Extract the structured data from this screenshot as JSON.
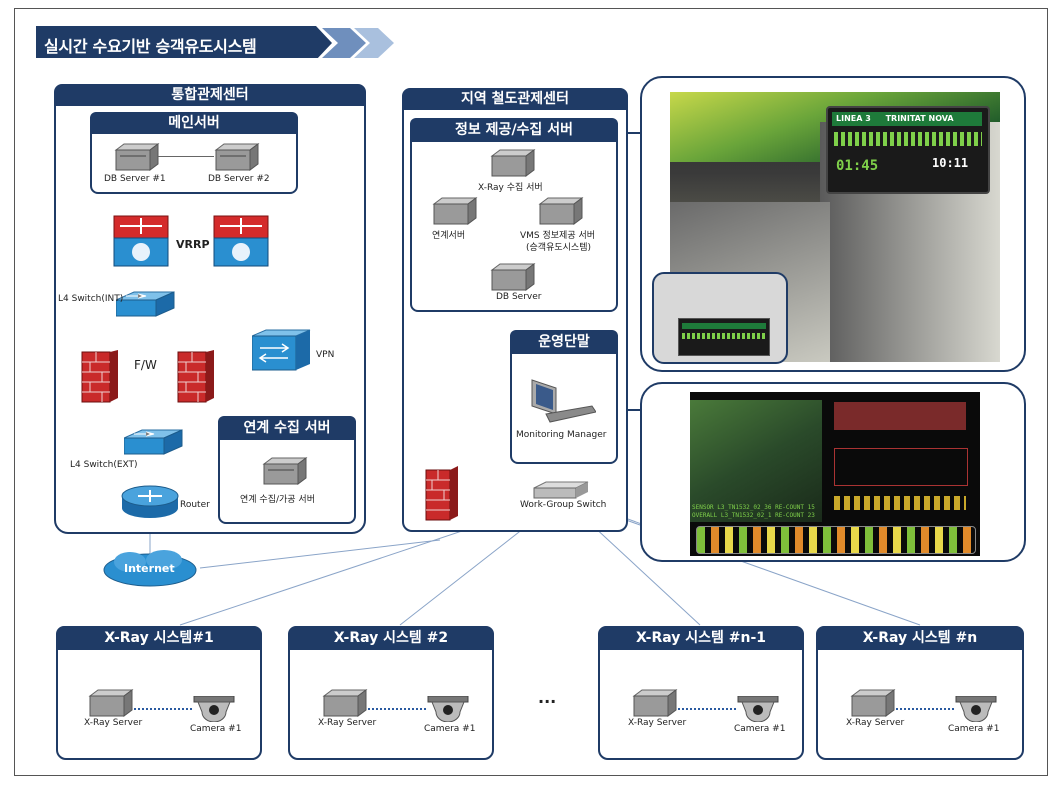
{
  "title": "실시간 수요기반 승객유도시스템",
  "integrated_center": {
    "header": "통합관제센터",
    "main_server": {
      "header": "메인서버",
      "db1": "DB Server #1",
      "db2": "DB Server #2"
    },
    "vrrp": "VRRP",
    "l4_int": "L4 Switch(INT)",
    "fw": "F/W",
    "vpn": "VPN",
    "l4_ext": "L4 Switch(EXT)",
    "router": "Router",
    "link_server": {
      "header": "연계 수집 서버",
      "label": "연계 수집/가공 서버"
    }
  },
  "internet": "Internet",
  "regional_center": {
    "header": "지역 철도관제센터",
    "info_server": {
      "header": "정보 제공/수집 서버",
      "xray": "X-Ray 수집 서버",
      "link": "연계서버",
      "vms1": "VMS 정보제공 서버",
      "vms2": "(승객유도시스템)",
      "db": "DB Server"
    },
    "terminal": {
      "header": "운영단말",
      "label": "Monitoring  Manager"
    },
    "switch": "Work-Group  Switch"
  },
  "photo_display": {
    "line": "LINEA 3",
    "dest": "TRINITAT NOVA",
    "time1": "01:45",
    "time2": "10:11"
  },
  "photo_monitor": {
    "sensor": "SENSOR L3_TN1532_02_36 RE-COUNT 15",
    "overall": "OVERALL L3_TN1532_02_1 RE-COUNT 23"
  },
  "xray_systems": [
    {
      "header": "X-Ray 시스템#1",
      "server": "X-Ray  Server",
      "camera": "Camera #1"
    },
    {
      "header": "X-Ray 시스템 #2",
      "server": "X-Ray  Server",
      "camera": "Camera #1"
    },
    {
      "header": "X-Ray 시스템 #n-1",
      "server": "X-Ray  Server",
      "camera": "Camera #1"
    },
    {
      "header": "X-Ray 시스템 #n",
      "server": "X-Ray  Server",
      "camera": "Camera #1"
    }
  ],
  "ellipsis": "...",
  "colors": {
    "navy": "#1f3b66",
    "banner_light": "#9fb8d8",
    "line_blue": "#7fa2cc"
  }
}
